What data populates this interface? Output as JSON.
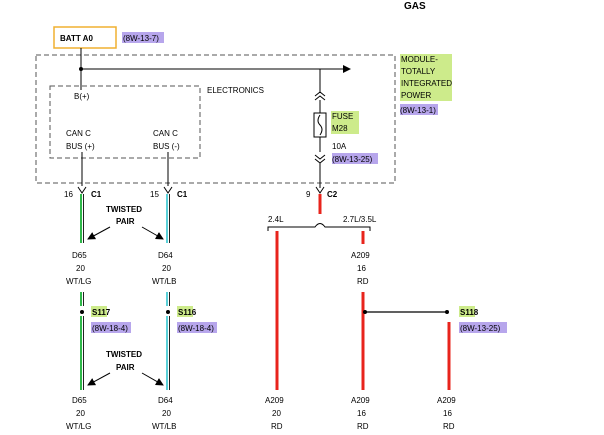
{
  "header": {
    "title": "GAS"
  },
  "batt": {
    "label": "BATT A0",
    "ref": "(8W-13-7)"
  },
  "module": {
    "name_lines": [
      "MODULE-",
      "TOTALLY",
      "INTEGRATED",
      "POWER"
    ],
    "ref": "(8W-13-1)",
    "electronics_label": "ELECTRONICS",
    "b_plus": "B(+)",
    "can_left": [
      "CAN C",
      "BUS (+)"
    ],
    "can_right": [
      "CAN C",
      "BUS (-)"
    ],
    "fuse": {
      "label": "FUSE",
      "id": "M28",
      "rating": "10A",
      "ref": "(8W-13-25)"
    }
  },
  "connectors": {
    "c1_left": {
      "pin": "16",
      "name": "C1"
    },
    "c1_right": {
      "pin": "15",
      "name": "C1"
    },
    "c2": {
      "pin": "9",
      "name": "C2"
    }
  },
  "twisted_pair": {
    "line1": "TWISTED",
    "line2": "PAIR"
  },
  "wires": {
    "d65_top": {
      "code": "D65",
      "gauge": "20",
      "color": "WT/LG"
    },
    "d64_top": {
      "code": "D64",
      "gauge": "20",
      "color": "WT/LB"
    },
    "a209_mid": {
      "code": "A209",
      "gauge": "16",
      "color": "RD"
    },
    "d65_bot": {
      "code": "D65",
      "gauge": "20",
      "color": "WT/LG"
    },
    "d64_bot": {
      "code": "D64",
      "gauge": "20",
      "color": "WT/LB"
    },
    "a209_bot1": {
      "code": "A209",
      "gauge": "20",
      "color": "RD"
    },
    "a209_bot2": {
      "code": "A209",
      "gauge": "16",
      "color": "RD"
    },
    "a209_bot3": {
      "code": "A209",
      "gauge": "16",
      "color": "RD"
    }
  },
  "branches": {
    "left": "2.4L",
    "right": "2.7L/3.5L"
  },
  "splices": {
    "s117": {
      "id": "S117",
      "ref": "(8W-18-4)"
    },
    "s116": {
      "id": "S116",
      "ref": "(8W-18-4)"
    },
    "s118": {
      "id": "S118",
      "ref": "(8W-13-25)"
    }
  },
  "colors": {
    "red_wire": "#e8241c",
    "green_wire": "#2fb84a",
    "cyan_wire": "#5ad0d8",
    "highlight_purple": "#b7a6ec",
    "highlight_green": "#cdeb8b",
    "batt_box": "#f0b030"
  }
}
